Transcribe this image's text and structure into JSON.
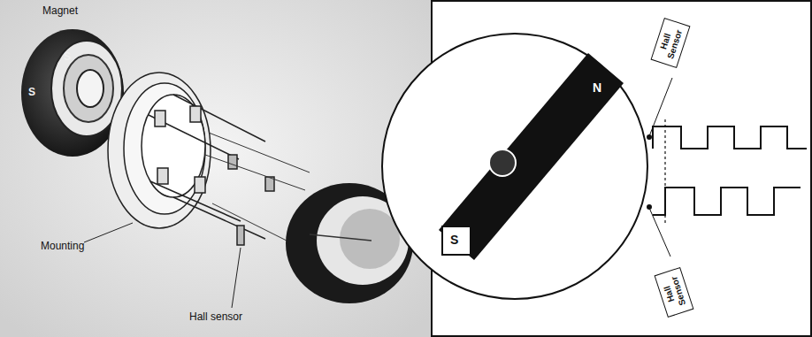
{
  "diagram": {
    "nodes": [
      {
        "text": [
          "Hall Sensor"
        ]
      },
      {
        "text": [
          "Hall Sensor"
        ]
      }
    ],
    "labels": [
      "Magnet",
      "S",
      "S",
      "Mounting",
      "Hall sensor",
      "S",
      "N"
    ]
  }
}
